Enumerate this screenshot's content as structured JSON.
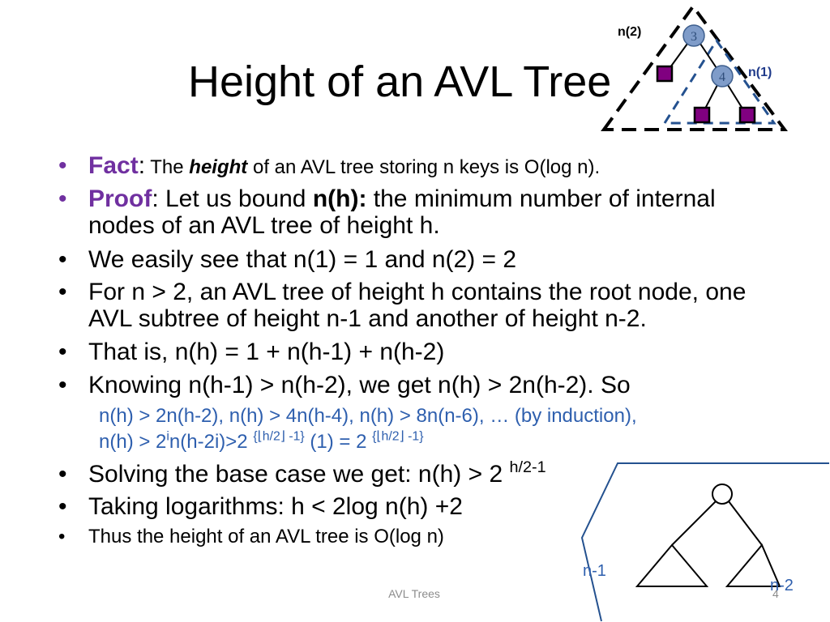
{
  "slide": {
    "title": "Height of an AVL Tree",
    "footer": "AVL Trees",
    "page_number": "4"
  },
  "bullets": {
    "fact": {
      "label": "Fact",
      "colon": ":",
      "text_pre": " The ",
      "text_em": "height",
      "text_post": " of an AVL tree storing n keys is O(log n)."
    },
    "proof": {
      "label": "Proof",
      "text_pre": ": Let us bound ",
      "text_bold": "n(h):",
      "text_post": " the minimum number of internal nodes of an AVL tree of height h."
    },
    "base_values": "We easily see that n(1) = 1 and n(2) = 2",
    "recursion_desc": "For n > 2, an AVL tree of height h contains the root node, one AVL subtree of height n-1 and another of height n-2.",
    "recurrence": "That is, n(h) = 1 + n(h-1) + n(h-2)",
    "knowing": "Knowing n(h-1) > n(h-2), we get n(h) > 2n(h-2). So",
    "induction_line1": "n(h) > 2n(h-2), n(h) > 4n(h-4), n(h) > 8n(n-6), … (by induction),",
    "induction_line2": {
      "part1": "n(h) > 2",
      "sup1": "i",
      "part2": "n(h-2i)>2 ",
      "sup2": "{⌊h/2⌋ -1}",
      "part3": " (1) = 2 ",
      "sup3": "{⌊h/2⌋ -1}"
    },
    "solving": {
      "text": "Solving the base case we get: n(h) > 2 ",
      "sup": "h/2-1"
    },
    "logarithms": "Taking logarithms: h < 2log n(h) +2",
    "conclusion": "Thus the height of an AVL tree is O(log n)"
  },
  "top_diagram": {
    "label_outer": "n(2)",
    "label_inner": "n(1)",
    "root_node": "3",
    "child_node": "4"
  },
  "bottom_diagram": {
    "label_left_subtree": "n-1",
    "label_right_subtree": "n-2"
  },
  "colors": {
    "accent_purple": "#7030a0",
    "text_blue": "#2e5fae",
    "label_blue": "#1f3a8a",
    "diagram_blue": "#24518f",
    "node_fill": "#7f9cc9",
    "leaf_purple": "#800080",
    "footer_gray": "#8c8c8c"
  }
}
